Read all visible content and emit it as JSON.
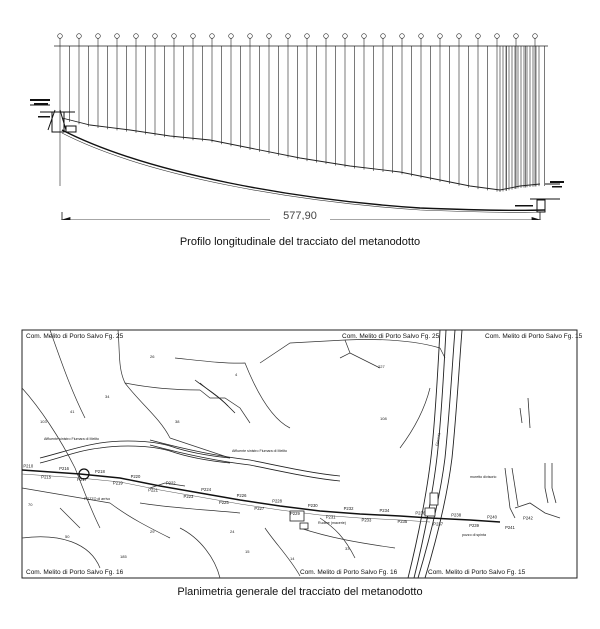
{
  "profile": {
    "caption": "Profilo longitudinale del tracciato del metanodotto",
    "total_length": "577,90"
  },
  "plan": {
    "caption": "Planimetria generale del tracciato del metanodotto",
    "sheet_labels": {
      "top_left": "Com. Melito di Porto Salvo Fg. 25",
      "top_mid": "Com. Melito di Porto Salvo Fg. 25",
      "top_right": "Com. Melito di Porto Salvo Fg. 15",
      "bottom_left": "Com. Melito di Porto Salvo Fg. 16",
      "bottom_mid": "Com. Melito di Porto Salvo Fg. 16",
      "bottom_right": "Com. Melito di Porto Salvo Fg. 15"
    },
    "parcel_numbers": [
      "26",
      "4",
      "38",
      "108",
      "41",
      "70",
      "50",
      "29",
      "24",
      "15",
      "14",
      "33",
      "34",
      "103",
      "227",
      "185"
    ],
    "stakes": [
      "P210",
      "P215",
      "P216",
      "P217",
      "P218",
      "P219",
      "P220",
      "P221",
      "P222",
      "P223",
      "P224",
      "P225",
      "P226",
      "P227",
      "P228",
      "P229",
      "P230",
      "P231",
      "P232",
      "P233",
      "P234",
      "P235",
      "P236",
      "P237",
      "P238",
      "P239",
      "P240",
      "P241",
      "P242"
    ],
    "annotations": {
      "stream_left": "Affluente sinistro Fiumara di Melito",
      "stream_mid": "Affluente sinistro Fiumara di Melito",
      "pozzo": "POZZO di arrivo",
      "rudere": "Rudere (macerie)",
      "railway": "Ferrovia",
      "pozzo_spinta": "pozzo di spinta",
      "muretto": "muretto divisorio"
    }
  }
}
